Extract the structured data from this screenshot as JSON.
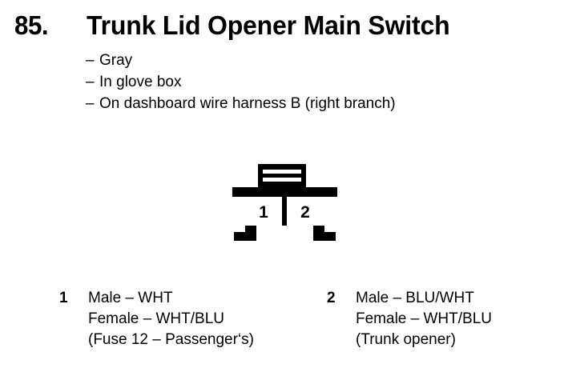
{
  "entry": {
    "number": "85.",
    "title": "Trunk Lid Opener Main Switch"
  },
  "specs": [
    {
      "dash": "–",
      "text": "Gray"
    },
    {
      "dash": "–",
      "text": "In glove box"
    },
    {
      "dash": "–",
      "text": "On dashboard wire harness B (right branch)"
    }
  ],
  "connector": {
    "cavities": [
      {
        "label": "1"
      },
      {
        "label": "2"
      }
    ],
    "line_color": "#000000",
    "fill_color": "#ffffff"
  },
  "legend": [
    {
      "pin": "1",
      "lines": [
        "Male – WHT",
        "Female – WHT/BLU",
        "(Fuse 12 – Passenger‘s)"
      ]
    },
    {
      "pin": "2",
      "lines": [
        "Male – BLU/WHT",
        "Female – WHT/BLU",
        "(Trunk opener)"
      ]
    }
  ]
}
